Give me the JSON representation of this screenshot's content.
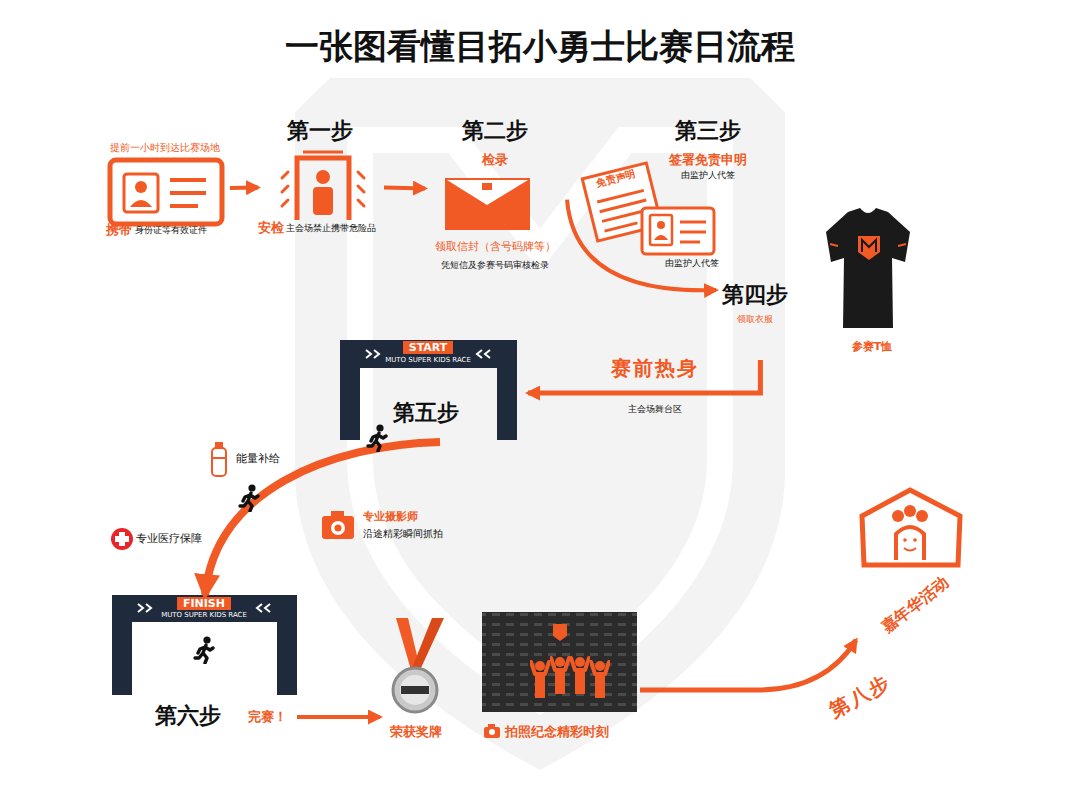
{
  "diagram": {
    "title": "一张图看懂目拓小勇士比赛日流程",
    "nodes": [
      {
        "text": [
          "提前一小时到达比赛场地",
          "携带",
          "身份证等有效证件"
        ]
      },
      {
        "text": [
          "第一步",
          "安检",
          "主会场禁止携带危险品"
        ]
      },
      {
        "text": [
          "第二步",
          "检录",
          "领取信封（含号码牌等）",
          "凭短信及参赛号码审核检录"
        ]
      },
      {
        "text": [
          "第三步",
          "签署免责申明",
          "由监护人代签",
          "免责声明",
          "由监护人代签"
        ]
      },
      {
        "text": [
          "第四步",
          "领取衣服",
          "参赛T恤"
        ]
      },
      {
        "text": [
          "START",
          "MUTO SUPER KIDS RACE",
          "第五步"
        ]
      },
      {
        "text": [
          "FINISH",
          "MUTO SUPER KIDS RACE",
          "第六步",
          "完赛！"
        ]
      },
      {
        "text": [
          "荣获奖牌"
        ]
      },
      {
        "text": [
          "拍照纪念精彩时刻"
        ]
      },
      {
        "text": [
          "嘉年华活动"
        ]
      }
    ],
    "edges": [
      {
        "from": 0,
        "to": 1,
        "arrow": "to"
      },
      {
        "from": 1,
        "to": 2,
        "arrow": "to"
      },
      {
        "from": 2,
        "to": 4,
        "arrow": "to"
      },
      {
        "from": 4,
        "to": 5,
        "label": "赛前热身",
        "arrow": "to"
      },
      {
        "from": 5,
        "to": 6,
        "arrow": "to"
      },
      {
        "from": 6,
        "to": 7,
        "arrow": "to"
      },
      {
        "from": 8,
        "to": 9,
        "label": "第八步",
        "arrow": "to"
      }
    ],
    "labels": [
      "主会场舞台区",
      "能量补给",
      "专业医疗保障",
      "专业摄影师",
      "沿途精彩瞬间抓拍"
    ]
  }
}
